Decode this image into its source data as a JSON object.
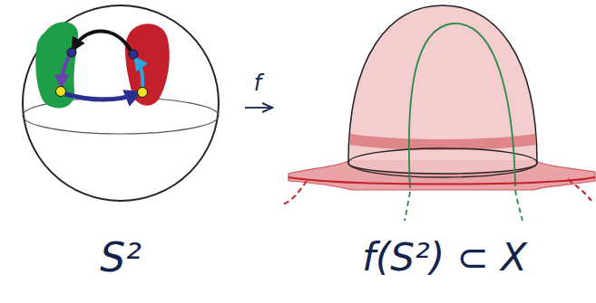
{
  "diagram": {
    "labels": [
      "f",
      "S²",
      "f(S²) ⊂ X"
    ]
  }
}
